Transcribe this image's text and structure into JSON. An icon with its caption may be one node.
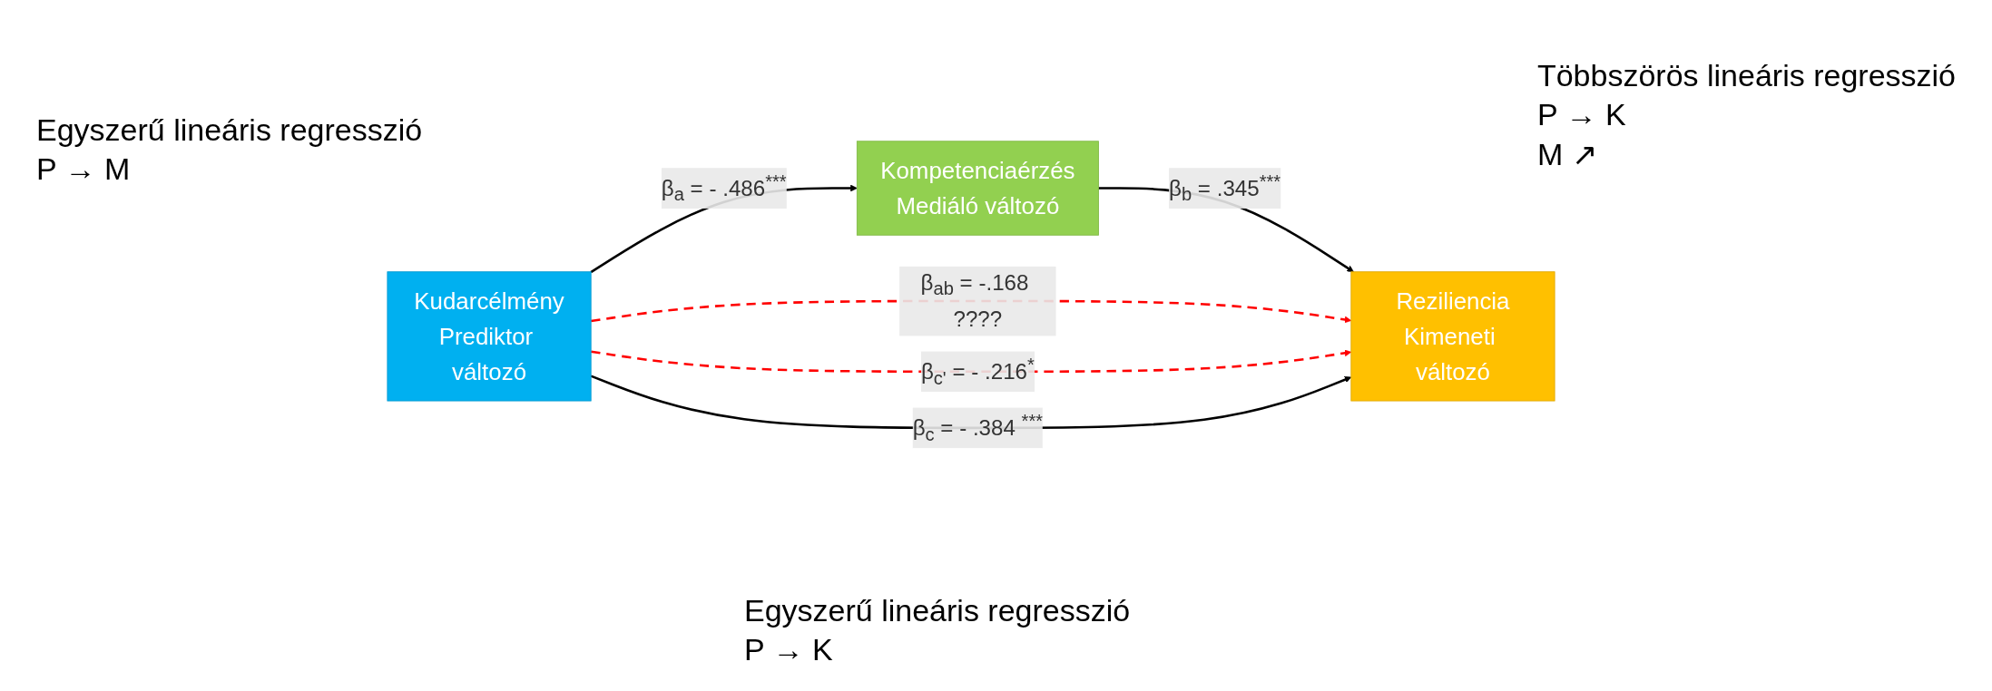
{
  "diagram": {
    "nodes": [
      {
        "text": [
          "Kompetenciaérzés",
          "Mediáló változó"
        ]
      },
      {
        "text": [
          "Kudarcélmény",
          "Prediktor változó"
        ]
      },
      {
        "text": [
          "Reziliencia",
          "Kimeneti változó"
        ]
      }
    ],
    "edges": [
      {
        "from": 1,
        "to": 0,
        "arrow": "to",
        "label": "β$_{a}$ = - .486$^{***}$"
      },
      {
        "from": 0,
        "to": 2,
        "arrow": "to",
        "label": "β$_{b}$ = .345$^{***}$"
      },
      {
        "from": 1,
        "to": 2,
        "arrow": "to",
        "label": "β$_{ab}$ = -.168 ????",
        "style": "dashed",
        "color": "#ff0000"
      },
      {
        "from": 1,
        "to": 2,
        "arrow": "to",
        "label": "β$_{c'}$ = - .216$^{*}$",
        "style": "dashed",
        "color": "#ff0000"
      },
      {
        "from": 1,
        "to": 2,
        "arrow": "to",
        "label": "β$_{c}$ = - .384 $^{***}$"
      }
    ],
    "labels": [
      "Egyszerű lineáris regresszió",
      "P → M",
      "Többszörös lineáris regresszió",
      "P → K",
      "M ↗",
      "Egyszerű lineáris regresszió",
      "P → K"
    ]
  }
}
